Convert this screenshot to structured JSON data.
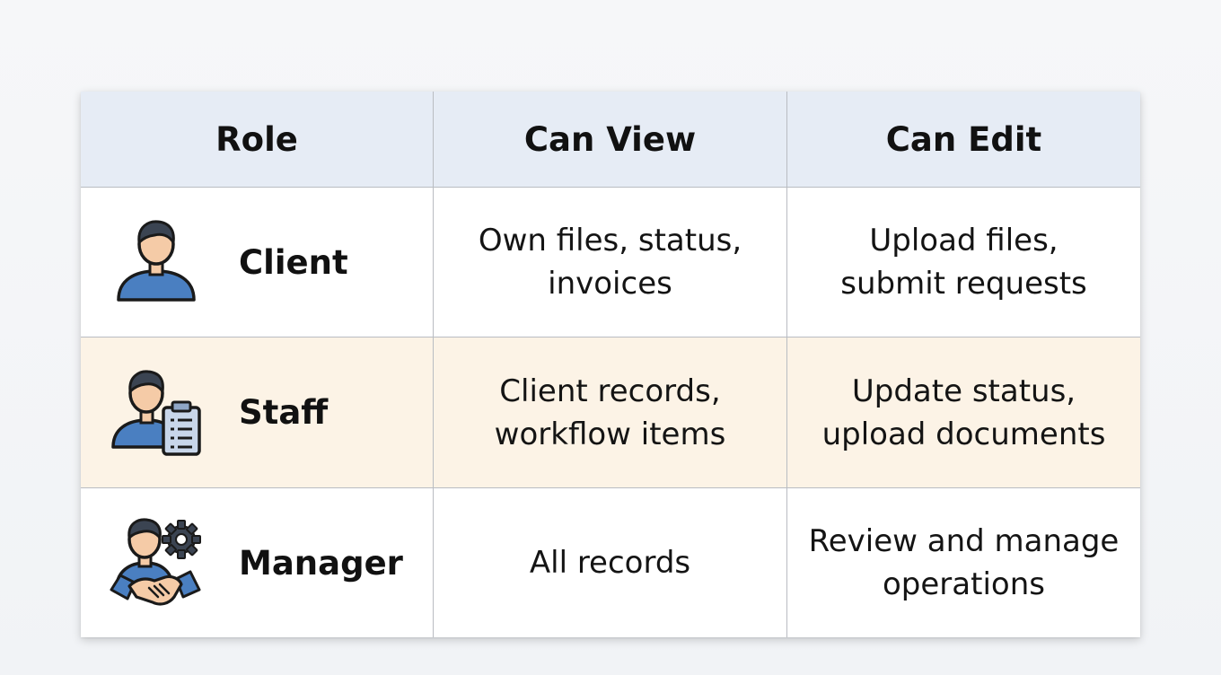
{
  "table": {
    "headers": [
      "Role",
      "Can View",
      "Can Edit"
    ],
    "rows": [
      {
        "role": "Client",
        "icon": "person-icon",
        "can_view": "Own files, status,\ninvoices",
        "can_edit": "Upload files,\nsubmit requests"
      },
      {
        "role": "Staff",
        "icon": "person-clipboard-icon",
        "can_view": "Client records,\nworkflow items",
        "can_edit": "Update status,\nupload documents"
      },
      {
        "role": "Manager",
        "icon": "person-handshake-gear-icon",
        "can_view": "All records",
        "can_edit": "Review and manage\noperations"
      }
    ]
  },
  "colors": {
    "header_bg": "#e6ecf5",
    "staff_row_bg": "#fcf3e6",
    "icon_blue": "#4a7fc1",
    "skin": "#f5cba7",
    "hair": "#3b4452"
  }
}
